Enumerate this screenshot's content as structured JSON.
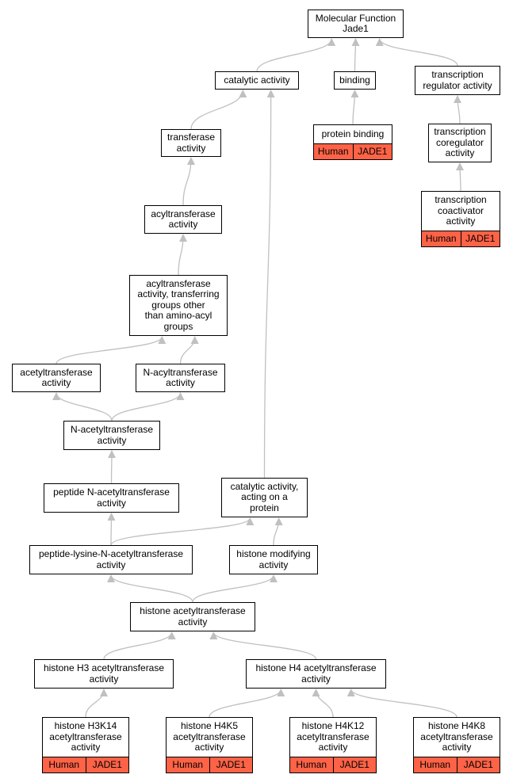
{
  "graph": {
    "edge_color": "#c0c0c0",
    "annotation_color": "#ff6347",
    "nodes": {
      "mf": {
        "label": "Molecular Function\nJade1"
      },
      "cat": {
        "label": "catalytic activity"
      },
      "bind": {
        "label": "binding"
      },
      "trra": {
        "label": "transcription\nregulator activity"
      },
      "pbind": {
        "label": "protein binding",
        "annotation": [
          "Human",
          "JADE1"
        ]
      },
      "tcoreg": {
        "label": "transcription\ncoregulator\nactivity"
      },
      "tcoact": {
        "label": "transcription\ncoactivator\nactivity",
        "annotation": [
          "Human",
          "JADE1"
        ]
      },
      "trans": {
        "label": "transferase\nactivity"
      },
      "acyl": {
        "label": "acyltransferase\nactivity"
      },
      "acylo": {
        "label": "acyltransferase\nactivity, transferring\ngroups other\nthan amino-acyl\ngroups"
      },
      "acet": {
        "label": "acetyltransferase\nactivity"
      },
      "nacyl": {
        "label": "N-acyltransferase\nactivity"
      },
      "nacet": {
        "label": "N-acetyltransferase\nactivity"
      },
      "pnacet": {
        "label": "peptide N-acetyltransferase\nactivity"
      },
      "catp": {
        "label": "catalytic activity,\nacting on a\nprotein"
      },
      "plnacet": {
        "label": "peptide-lysine-N-acetyltransferase\nactivity"
      },
      "hmod": {
        "label": "histone modifying\nactivity"
      },
      "hat": {
        "label": "histone acetyltransferase\nactivity"
      },
      "h3at": {
        "label": "histone H3 acetyltransferase\nactivity"
      },
      "h4at": {
        "label": "histone H4 acetyltransferase\nactivity"
      },
      "h3k14": {
        "label": "histone H3K14\nacetyltransferase\nactivity",
        "annotation": [
          "Human",
          "JADE1"
        ]
      },
      "h4k5": {
        "label": "histone H4K5\nacetyltransferase\nactivity",
        "annotation": [
          "Human",
          "JADE1"
        ]
      },
      "h4k12": {
        "label": "histone H4K12\nacetyltransferase\nactivity",
        "annotation": [
          "Human",
          "JADE1"
        ]
      },
      "h4k8": {
        "label": "histone H4K8\nacetyltransferase\nactivity",
        "annotation": [
          "Human",
          "JADE1"
        ]
      }
    },
    "edges": [
      [
        "cat",
        "mf"
      ],
      [
        "bind",
        "mf"
      ],
      [
        "trra",
        "mf"
      ],
      [
        "pbind",
        "bind"
      ],
      [
        "tcoreg",
        "trra"
      ],
      [
        "tcoact",
        "tcoreg"
      ],
      [
        "trans",
        "cat"
      ],
      [
        "acyl",
        "trans"
      ],
      [
        "acylo",
        "acyl"
      ],
      [
        "acet",
        "acylo"
      ],
      [
        "nacyl",
        "acylo"
      ],
      [
        "nacet",
        "acet"
      ],
      [
        "nacet",
        "nacyl"
      ],
      [
        "pnacet",
        "nacet"
      ],
      [
        "catp",
        "cat"
      ],
      [
        "plnacet",
        "pnacet"
      ],
      [
        "plnacet",
        "catp"
      ],
      [
        "hmod",
        "catp"
      ],
      [
        "hat",
        "plnacet"
      ],
      [
        "hat",
        "hmod"
      ],
      [
        "h3at",
        "hat"
      ],
      [
        "h4at",
        "hat"
      ],
      [
        "h3k14",
        "h3at"
      ],
      [
        "h4k5",
        "h4at"
      ],
      [
        "h4k12",
        "h4at"
      ],
      [
        "h4k8",
        "h4at"
      ]
    ]
  }
}
